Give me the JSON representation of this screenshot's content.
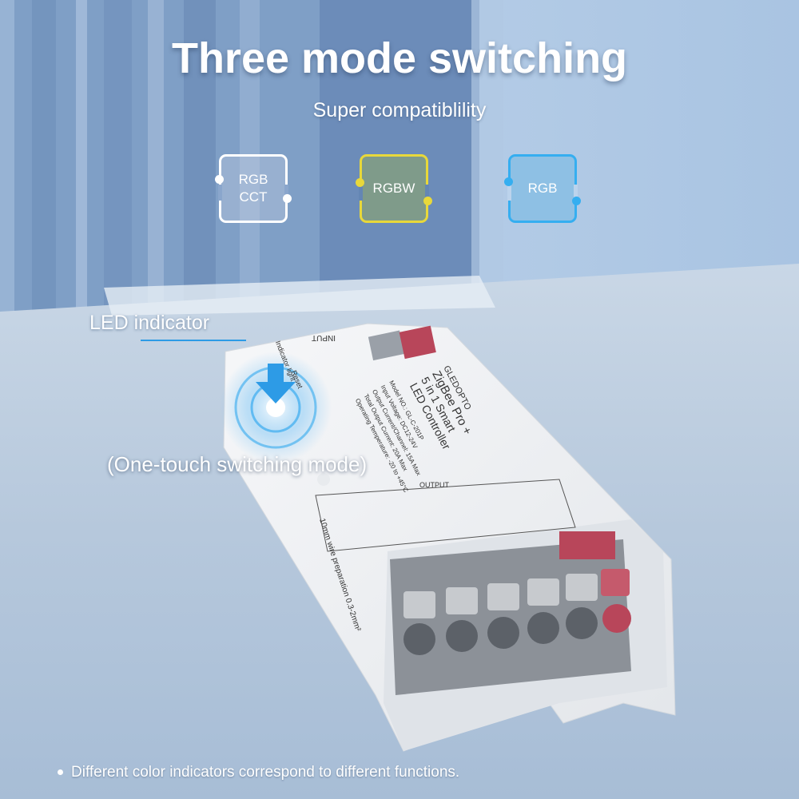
{
  "header": {
    "title": "Three mode switching",
    "subtitle": "Super compatiblility"
  },
  "modes": [
    {
      "label_line1": "RGB",
      "label_line2": "CCT",
      "color": "#ffffff"
    },
    {
      "label_line1": "RGBW",
      "label_line2": "",
      "color": "#e8d83a"
    },
    {
      "label_line1": "RGB",
      "label_line2": "",
      "color": "#35aef0"
    }
  ],
  "callouts": {
    "led_indicator": "LED indicator",
    "one_touch": "(One-touch switching mode)"
  },
  "device": {
    "brand": "GLEDOPTO",
    "product_line": "ZigBee Pro +",
    "product_name_1": "5 in 1 Smart",
    "product_name_2": "LED Controller",
    "input_label": "INPUT",
    "model": "Model NO.: GL-C-201P",
    "input_voltage": "Input Voltage: DC12-24V",
    "output_current": "Output Current/Channel: 15A Max",
    "total_current": "Total Output Current: 20A Max",
    "temperature": "Operating Temperature: -20 to +45°C",
    "output_label": "OUTPUT",
    "wire_note": "10mm wire preparation 0.3-2mm²",
    "indicator_label": "Indicator light",
    "reset_label": "Reset"
  },
  "footer": {
    "note": "Different color indicators correspond to different functions."
  }
}
